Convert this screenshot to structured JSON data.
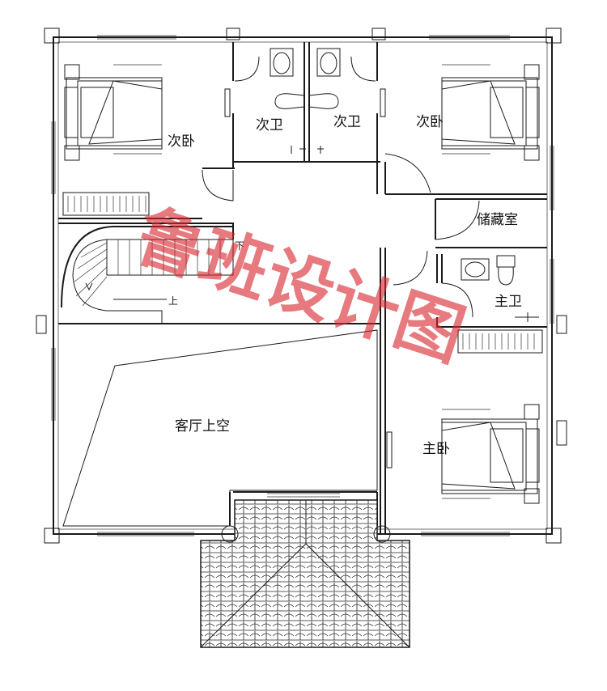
{
  "rooms": {
    "secondary_bedroom_left": "次卧",
    "secondary_bath_left": "次卫",
    "secondary_bath_right": "次卫",
    "secondary_bedroom_right": "次卧",
    "storage_room": "储藏室",
    "master_bath": "主卫",
    "living_room_void": "客厅上空",
    "master_bedroom": "主卧"
  },
  "stairs": {
    "down": "下",
    "up": "上"
  },
  "watermark": "鲁班设计图",
  "colors": {
    "line": "#1a1a1a",
    "watermark": "#d62830",
    "background": "#ffffff"
  }
}
